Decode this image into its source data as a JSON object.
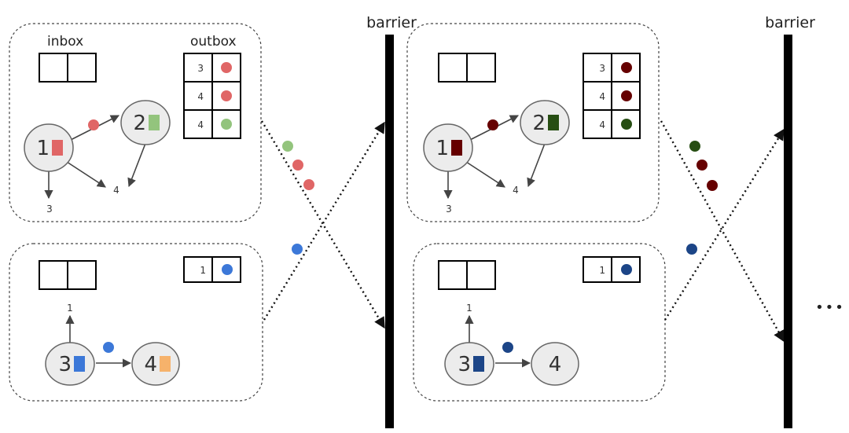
{
  "labels": {
    "inbox": "inbox",
    "outbox": "outbox",
    "barrier": "barrier",
    "ellipsis": "•••"
  },
  "colors": {
    "red_light": "#e06666",
    "green_light": "#93c47d",
    "blue_light": "#3c78d8",
    "orange_light": "#f6b26b",
    "red_dark": "#660000",
    "green_dark": "#274e13",
    "blue_dark": "#1c4587"
  },
  "steps": [
    {
      "top": {
        "outbox_rows": [
          {
            "dest": "3",
            "color": "#e06666"
          },
          {
            "dest": "4",
            "color": "#e06666"
          },
          {
            "dest": "4",
            "color": "#93c47d"
          }
        ],
        "nodes": [
          {
            "id": "1",
            "color": "#e06666"
          },
          {
            "id": "2",
            "color": "#93c47d"
          }
        ],
        "edge_targets": [
          "3",
          "4"
        ],
        "message_color": "#e06666"
      },
      "bottom": {
        "outbox_rows": [
          {
            "dest": "1",
            "color": "#3c78d8"
          }
        ],
        "nodes": [
          {
            "id": "3",
            "color": "#3c78d8"
          },
          {
            "id": "4",
            "color": "#f6b26b"
          }
        ],
        "edge_targets": [
          "1"
        ],
        "message_color": "#3c78d8"
      },
      "in_flight": [
        "#93c47d",
        "#e06666",
        "#e06666",
        "#3c78d8"
      ]
    },
    {
      "top": {
        "outbox_rows": [
          {
            "dest": "3",
            "color": "#660000"
          },
          {
            "dest": "4",
            "color": "#660000"
          },
          {
            "dest": "4",
            "color": "#274e13"
          }
        ],
        "nodes": [
          {
            "id": "1",
            "color": "#660000"
          },
          {
            "id": "2",
            "color": "#274e13"
          }
        ],
        "edge_targets": [
          "3",
          "4"
        ],
        "message_color": "#660000"
      },
      "bottom": {
        "outbox_rows": [
          {
            "dest": "1",
            "color": "#1c4587"
          }
        ],
        "nodes": [
          {
            "id": "3",
            "color": "#1c4587"
          },
          {
            "id": "4",
            "color": ""
          }
        ],
        "edge_targets": [
          "1"
        ],
        "message_color": "#1c4587"
      },
      "in_flight": [
        "#274e13",
        "#660000",
        "#660000",
        "#1c4587"
      ]
    }
  ]
}
